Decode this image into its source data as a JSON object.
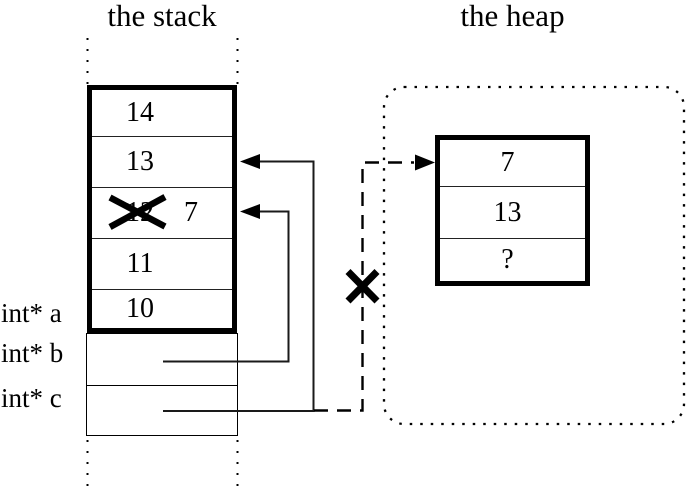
{
  "titles": {
    "stack": "the stack",
    "heap": "the heap"
  },
  "stack": {
    "frames": [
      {
        "value": "14"
      },
      {
        "value": "13"
      },
      {
        "value": "12",
        "crossed_out": true,
        "new_value": "7"
      },
      {
        "value": "11"
      },
      {
        "value": "10"
      }
    ],
    "variables": [
      {
        "label": "int* a"
      },
      {
        "label": "int* b"
      },
      {
        "label": "int* c"
      }
    ]
  },
  "heap": {
    "cells": [
      {
        "value": "7"
      },
      {
        "value": "13"
      },
      {
        "value": "?"
      }
    ]
  },
  "icons": {
    "strikethrough": "x-mark",
    "invalid_pointer": "x-mark",
    "pointer_arrows": "left-arrowhead",
    "dangling_arrow": "right-arrowhead-dashed"
  },
  "colors": {
    "ink": "#000000",
    "paper": "#ffffff",
    "thin_line": "#222222"
  }
}
